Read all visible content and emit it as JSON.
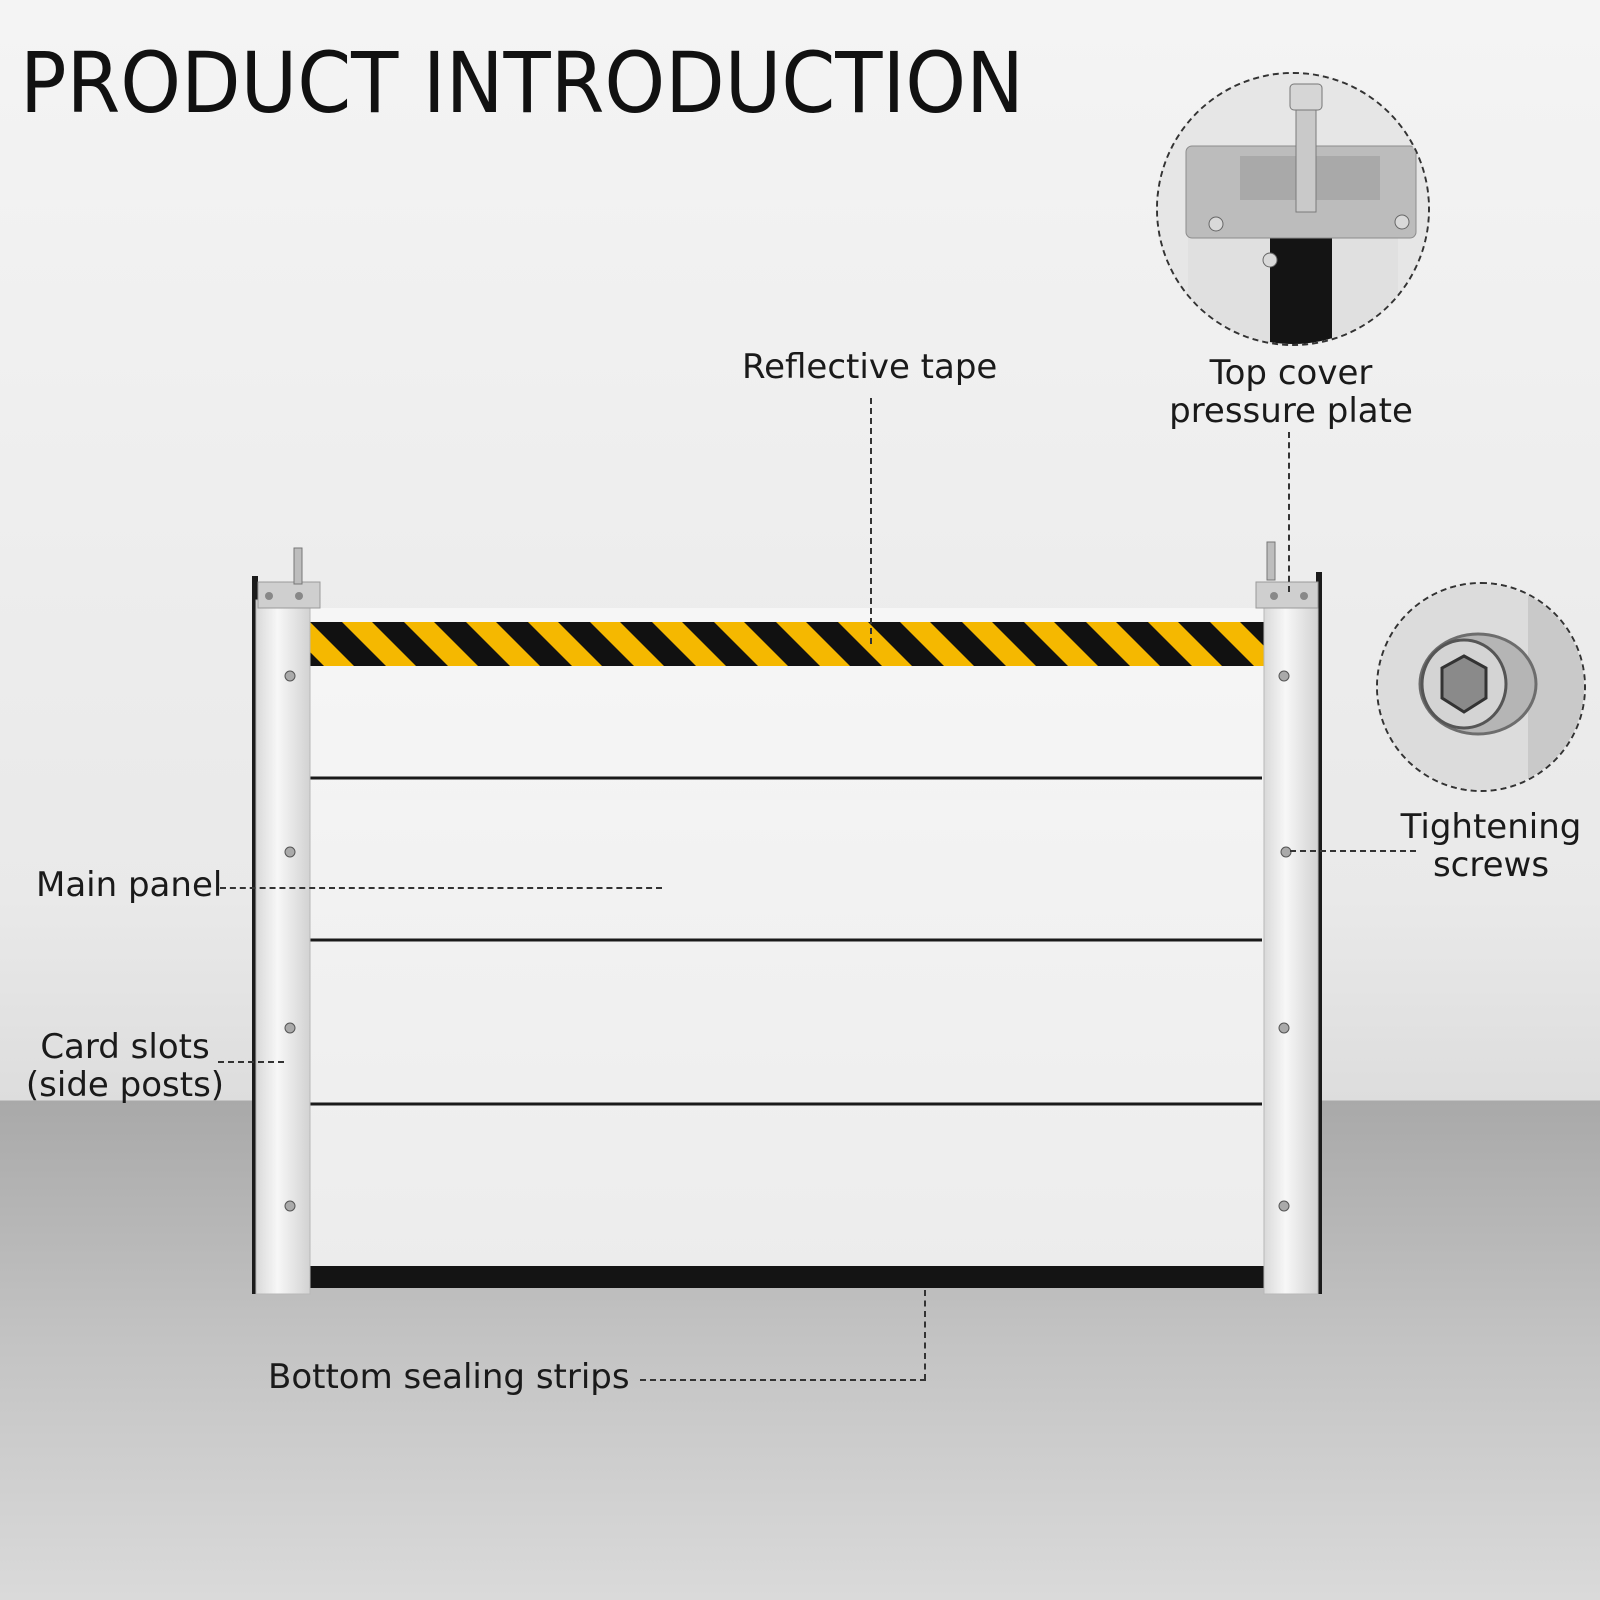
{
  "title": "PRODUCT INTRODUCTION",
  "labels": {
    "reflective_tape": "Reflective tape",
    "top_cover": "Top cover",
    "pressure_plate": "pressure plate",
    "tightening": "Tightening",
    "screws": "screws",
    "main_panel": "Main panel",
    "card_slots": "Card slots",
    "side_posts": "(side posts)",
    "bottom_sealing": "Bottom sealing strips"
  },
  "colors": {
    "tape_yellow": "#f5b800",
    "tape_black": "#111111",
    "panel": "#f3f3f3",
    "post": "#ececec"
  }
}
